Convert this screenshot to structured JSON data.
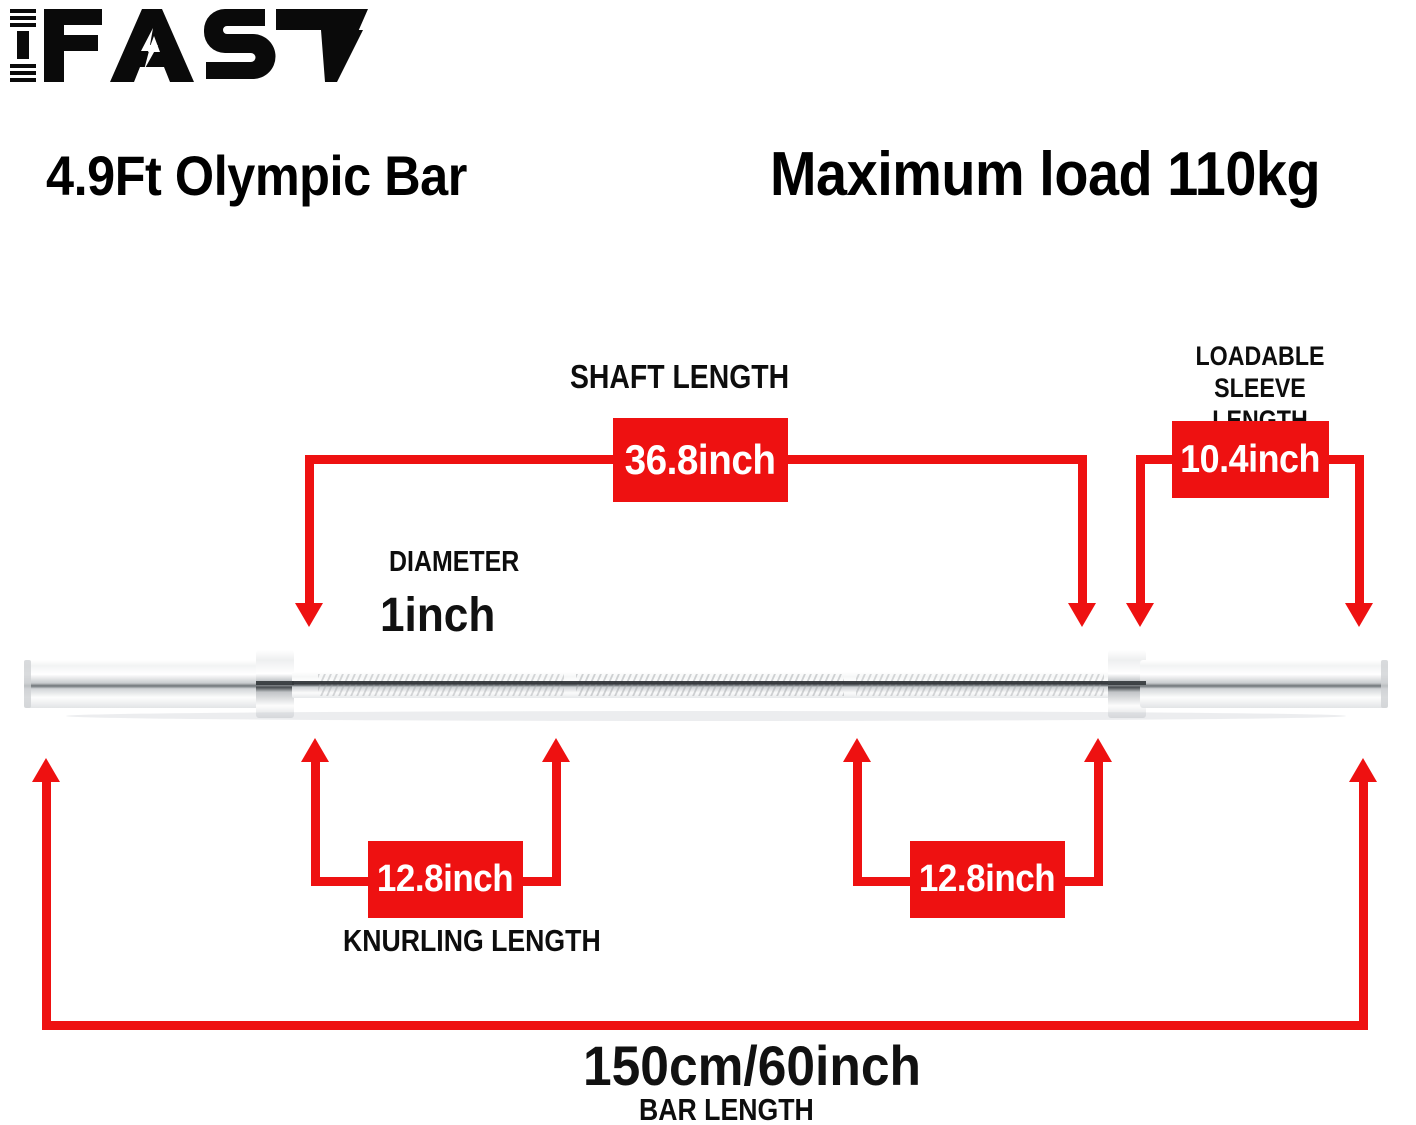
{
  "brand": {
    "logo_text": "IFAST",
    "logo_icon": "lightning-bolt-icon"
  },
  "headings": {
    "product_title": "4.9Ft Olympic Bar",
    "max_load": "Maximum load 110kg"
  },
  "colors": {
    "accent_red": "#ee1111",
    "text_black": "#111111",
    "background": "#ffffff",
    "chrome_light": "#fbfbfb",
    "chrome_mid": "#d8dadc",
    "chrome_dark": "#8e9296"
  },
  "callouts": {
    "shaft": {
      "label": "SHAFT LENGTH",
      "value": "36.8inch",
      "bracket": "down-arrows"
    },
    "sleeve": {
      "label_line1": "LOADABLE",
      "label_line2": "SLEEVE LENGTH",
      "value": "10.4inch",
      "bracket": "down-arrows"
    },
    "diameter": {
      "label": "DIAMETER",
      "value": "1inch",
      "bracket": "none"
    },
    "knurling_left": {
      "label": "KNURLING LENGTH",
      "value": "12.8inch",
      "bracket": "up-arrows"
    },
    "knurling_right": {
      "label": "",
      "value": "12.8inch",
      "bracket": "up-arrows"
    },
    "bar_length": {
      "label": "BAR LENGTH",
      "value": "150cm/60inch",
      "bracket": "up-arrows"
    }
  },
  "product": {
    "type": "olympic-barbell",
    "finish": "chrome"
  }
}
